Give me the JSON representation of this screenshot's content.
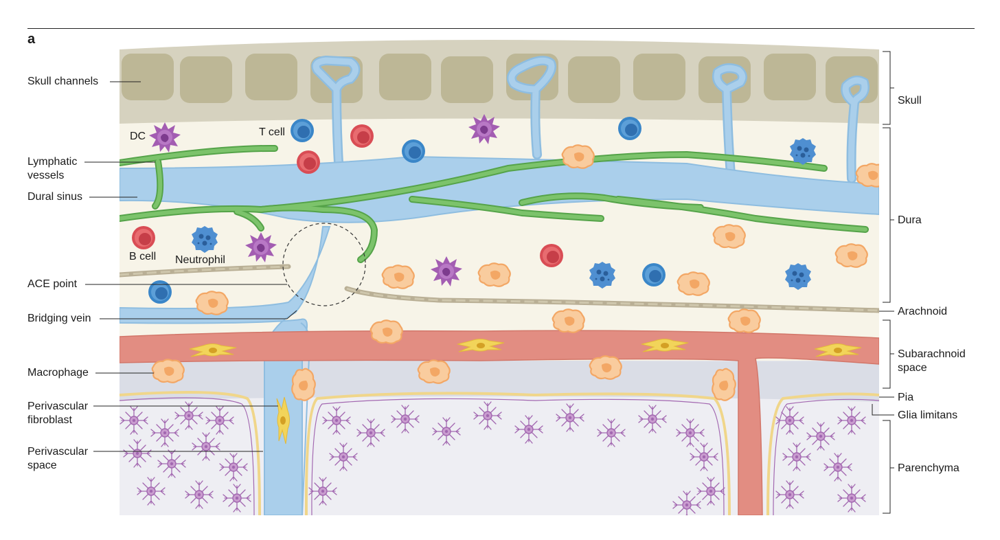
{
  "panel_letter": "a",
  "colors": {
    "skull": "#d6d2bf",
    "skull_pore": "#bdb796",
    "dura": "#f7f4e8",
    "sinus": "#aacfeb",
    "lymphatic": "#6db55a",
    "arachnoid": "#b9af95",
    "subarachnoid_space": "#dadde6",
    "artery": "#e28d82",
    "pia": "#f0d68a",
    "parenchyma": "#eeeef3",
    "astrocyte": "#a267b0",
    "t_cell": "#3a86c8",
    "b_cell": "#d94d55",
    "neutrophil": "#4f8fd1",
    "dendritic_cell": "#a35db2",
    "macrophage": "#f3a765",
    "fibroblast": "#f2d45a"
  },
  "left_labels": {
    "skull_channels": "Skull channels",
    "lymphatic_vessels": "Lymphatic\nvessels",
    "dural_sinus": "Dural sinus",
    "ace_point": "ACE point",
    "bridging_vein": "Bridging vein",
    "macrophage": "Macrophage",
    "perivascular_fibroblast": "Perivascular\nfibroblast",
    "perivascular_space": "Perivascular\nspace"
  },
  "right_labels": {
    "skull": "Skull",
    "dura": "Dura",
    "arachnoid": "Arachnoid",
    "subarachnoid_space": "Subarachnoid\nspace",
    "pia": "Pia",
    "glia_limitans": "Glia limitans",
    "parenchyma": "Parenchyma"
  },
  "inline_labels": {
    "dc": "DC",
    "t_cell": "T cell",
    "b_cell": "B cell",
    "neutrophil": "Neutrophil"
  }
}
